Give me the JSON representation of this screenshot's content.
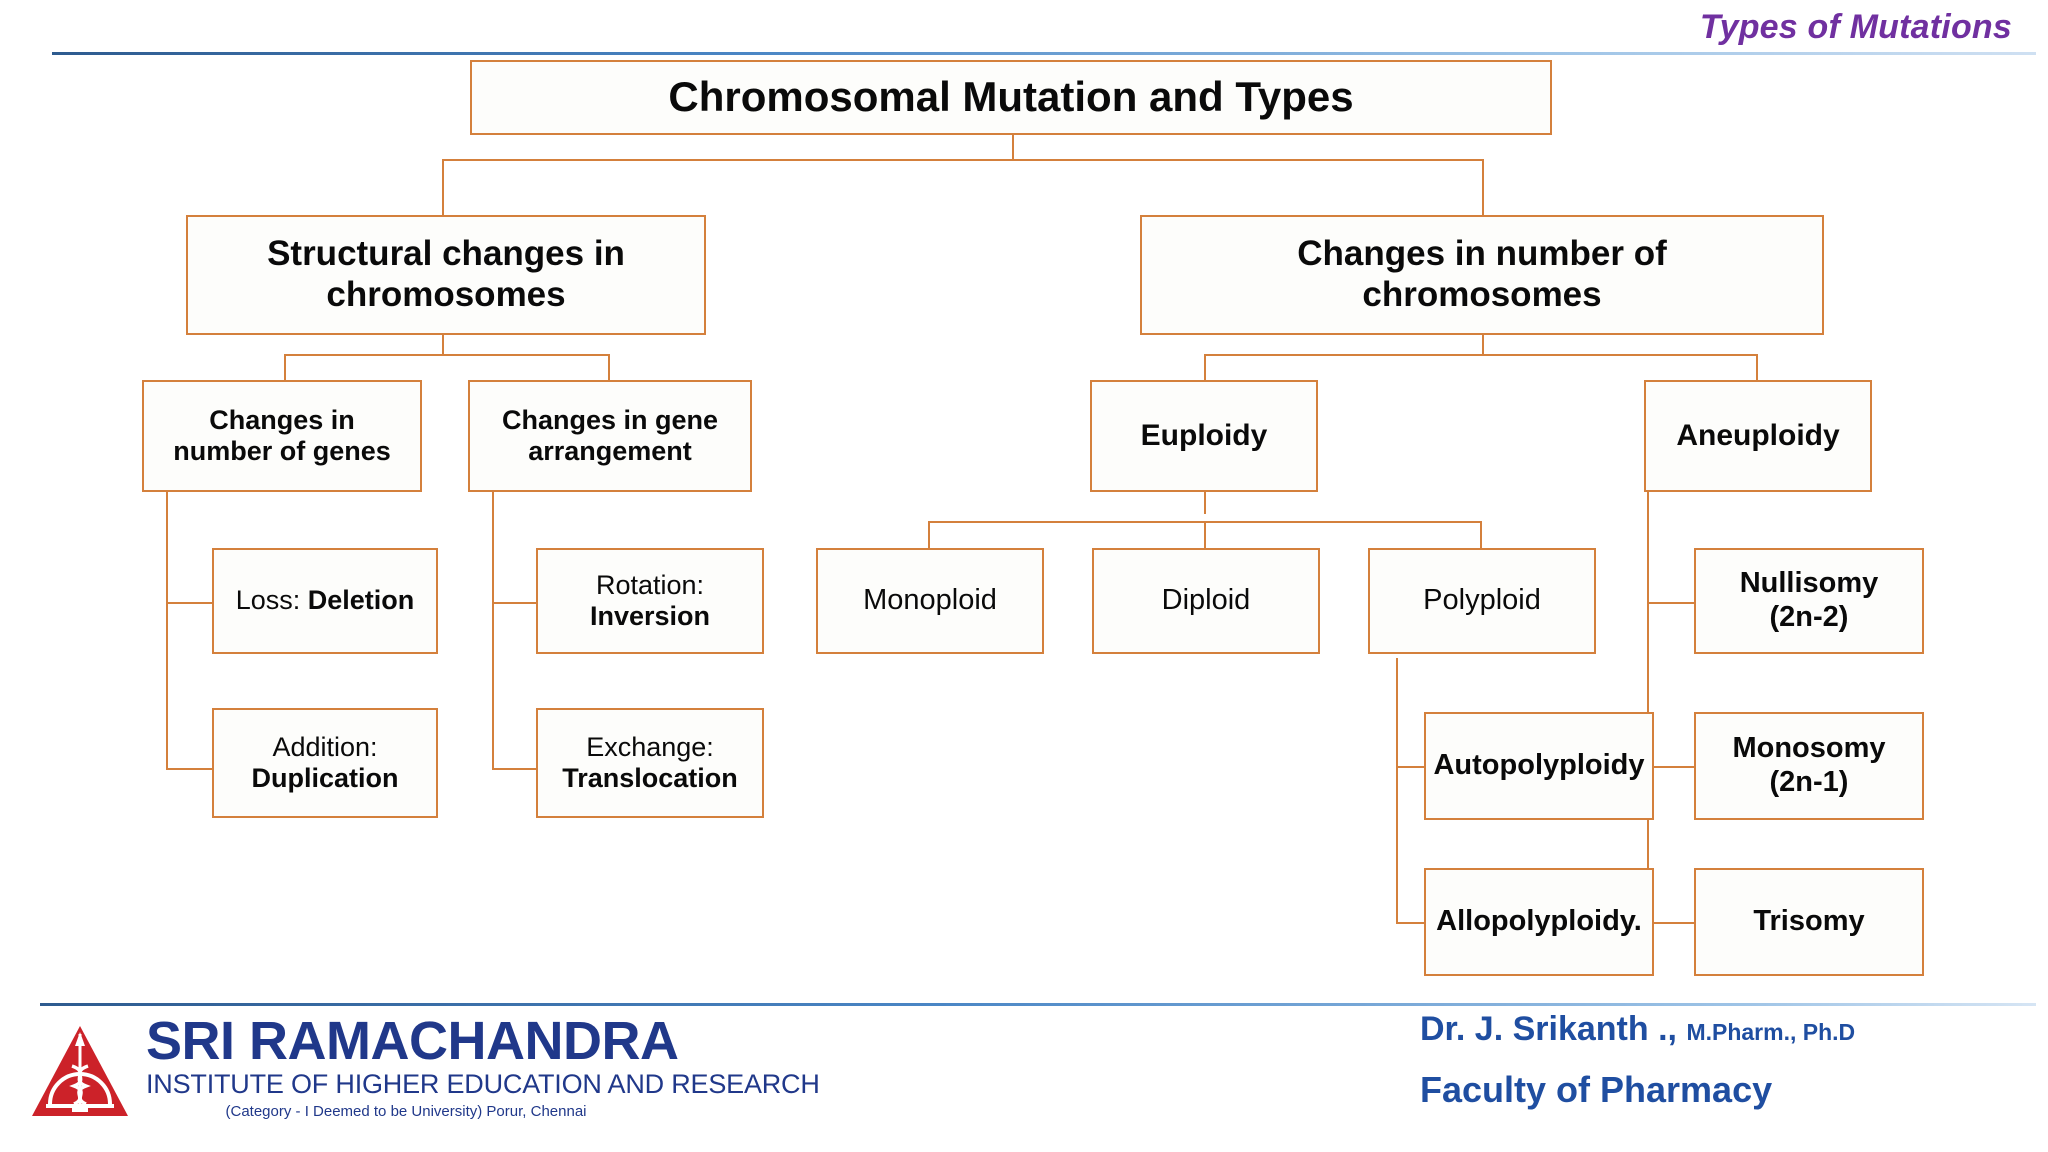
{
  "header": {
    "title": "Types of Mutations"
  },
  "diagram": {
    "root": {
      "label": "Chromosomal Mutation and Types"
    },
    "branch_left": {
      "label_line1": "Structural changes in",
      "label_line2": "chromosomes"
    },
    "branch_right": {
      "label_line1": "Changes in number of",
      "label_line2": "chromosomes"
    },
    "left_children": [
      {
        "label_line1": "Changes in",
        "label_line2": "number of genes"
      },
      {
        "label_line1": "Changes in gene",
        "label_line2": "arrangement"
      }
    ],
    "left_leaves_a": [
      {
        "prefix": "Loss: ",
        "term": "Deletion",
        "inline": true
      },
      {
        "prefix": "Addition:",
        "term": "Duplication",
        "inline": false
      }
    ],
    "left_leaves_b": [
      {
        "prefix": "Rotation:",
        "term": "Inversion",
        "inline": false
      },
      {
        "prefix": "Exchange:",
        "term": "Translocation",
        "inline": false
      }
    ],
    "right_children": [
      {
        "label": "Euploidy"
      },
      {
        "label": "Aneuploidy"
      }
    ],
    "euploidy_leaves": [
      {
        "label": "Monoploid"
      },
      {
        "label": "Diploid"
      },
      {
        "label": "Polyploid"
      }
    ],
    "polyploid_leaves": [
      {
        "label": "Autopolyploidy"
      },
      {
        "label": "Allopolyploidy."
      }
    ],
    "aneuploidy_leaves": [
      {
        "line1": "Nullisomy",
        "line2": "(2n-2)"
      },
      {
        "line1": "Monosomy",
        "line2": "(2n-1)"
      },
      {
        "line1": "Trisomy",
        "line2": ""
      }
    ]
  },
  "footer": {
    "logo": {
      "name": "SRI RAMACHANDRA",
      "subtitle": "INSTITUTE OF HIGHER EDUCATION AND RESEARCH",
      "tagline": "(Category - I Deemed to be University) Porur, Chennai"
    },
    "credit": {
      "name": "Dr. J. Srikanth .,",
      "degrees": "M.Pharm., Ph.D",
      "affiliation": "Faculty of Pharmacy"
    }
  },
  "colors": {
    "title_purple": "#7030a0",
    "box_border_orange": "#d4803c",
    "footer_blue": "#1f4ea1",
    "logo_blue": "#20388a",
    "logo_red": "#cc2229"
  }
}
